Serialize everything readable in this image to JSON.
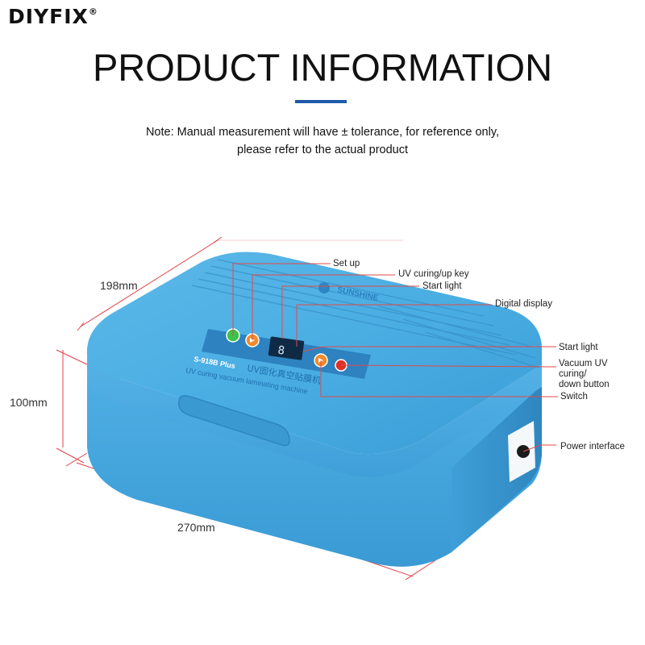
{
  "brand": {
    "name": "DIYFIX",
    "mark": "®"
  },
  "header": {
    "title": "PRODUCT INFORMATION"
  },
  "note": {
    "line1": "Note: Manual measurement will have ± tolerance, for reference only,",
    "line2": "please refer to the actual product"
  },
  "dimensions": {
    "depth": "198mm",
    "height": "100mm",
    "width": "270mm"
  },
  "device": {
    "model": "S-918B Plus",
    "brand": "SUNSHINE",
    "name_cn": "UV固化真空贴膜机",
    "name_en": "UV curing vacuum laminating machine",
    "display_value": "8"
  },
  "callouts": {
    "set_up": "Set up",
    "uv_up_key": "UV curing/up key",
    "start_light_1": "Start light",
    "digital_display": "Digital display",
    "start_light_2": "Start light",
    "vacuum_line1": "Vacuum UV",
    "vacuum_line2": "curing/",
    "vacuum_line3": "down button",
    "switch": "Switch",
    "power_interface": "Power interface"
  },
  "colors": {
    "accent": "#1e5aa8",
    "device_blue": "#45a7dc",
    "dim_line": "#e0404a",
    "callout_line": "#e24a4a"
  }
}
